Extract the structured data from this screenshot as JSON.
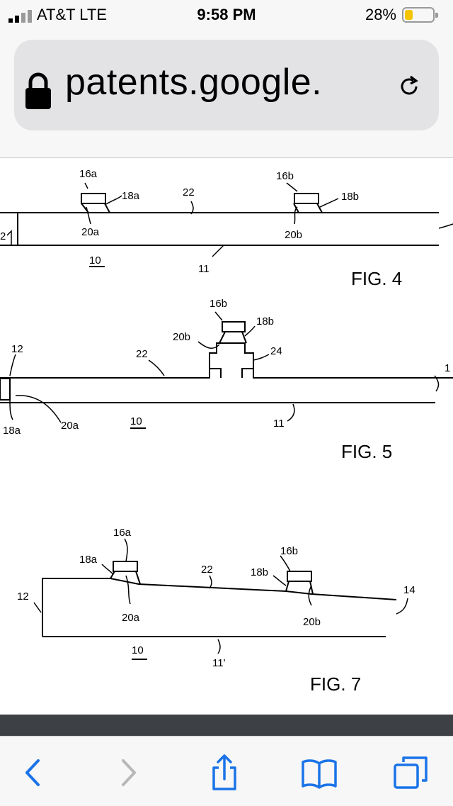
{
  "status_bar": {
    "carrier": "AT&T   LTE",
    "time": "9:58 PM",
    "battery": "28%",
    "battery_level": 0.28
  },
  "address_bar": {
    "url": "patents.google.",
    "icons": [
      "lock-icon",
      "reload-icon"
    ]
  },
  "figures": {
    "fig4": {
      "caption": "FIG. 4",
      "labels": {
        "l16a": "16a",
        "l16b": "16b",
        "l18a": "18a",
        "l18b": "18b",
        "l22": "22",
        "l20a": "20a",
        "l20b": "20b",
        "l10": "10",
        "l11": "11",
        "l12": "2"
      }
    },
    "fig5": {
      "caption": "FIG. 5",
      "labels": {
        "l16b": "16b",
        "l18b": "18b",
        "l20b": "20b",
        "l12": "12",
        "l22": "22",
        "l24": "24",
        "l1": "1",
        "l18a": "18a",
        "l20a": "20a",
        "l10": "10",
        "l11": "11"
      }
    },
    "fig7": {
      "caption": "FIG. 7",
      "labels": {
        "l16a": "16a",
        "l16b": "16b",
        "l18a": "18a",
        "l18b": "18b",
        "l22": "22",
        "l12": "12",
        "l14": "14",
        "l20a": "20a",
        "l20b": "20b",
        "l10": "10",
        "l11": "11'"
      }
    }
  },
  "toolbar": {
    "icons": [
      "back-icon",
      "forward-icon",
      "share-icon",
      "bookmarks-icon",
      "tabs-icon"
    ],
    "accent": "#1a73e8",
    "disabled": "#b8b8b8"
  }
}
